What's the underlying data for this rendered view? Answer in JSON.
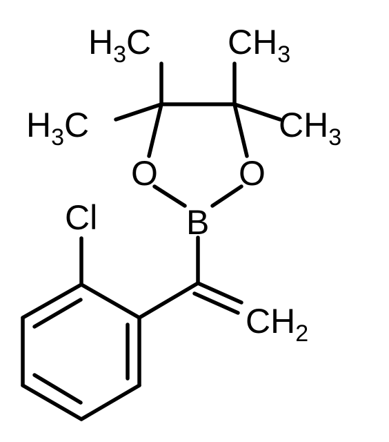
{
  "molecule": {
    "methyl_top_left": {
      "main": "H",
      "sub": "3",
      "tail": "C"
    },
    "methyl_top_right": {
      "main": "CH",
      "sub": "3"
    },
    "methyl_mid_left": {
      "main": "H",
      "sub": "3",
      "tail": "C"
    },
    "methyl_mid_right": {
      "main": "CH",
      "sub": "3"
    },
    "oxygen_left": "O",
    "oxygen_right": "O",
    "boron": "B",
    "chlorine": "Cl",
    "methylene": {
      "main": "CH",
      "sub": "2"
    }
  },
  "colors": {
    "bond": "#000000",
    "text": "#000000",
    "background": "#ffffff"
  }
}
